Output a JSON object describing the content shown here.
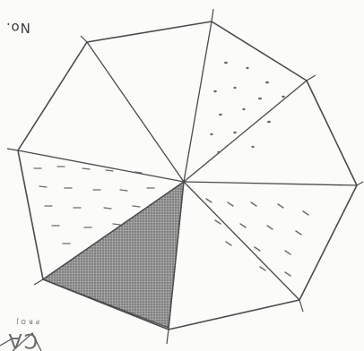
{
  "note_label": "No.",
  "corner_mark": {
    "main": "CA",
    "sub": "PROJ"
  },
  "colors": {
    "pencil": "#4a4a4a",
    "shade": "#8a8a8a",
    "paper": "#fbfbfa"
  }
}
